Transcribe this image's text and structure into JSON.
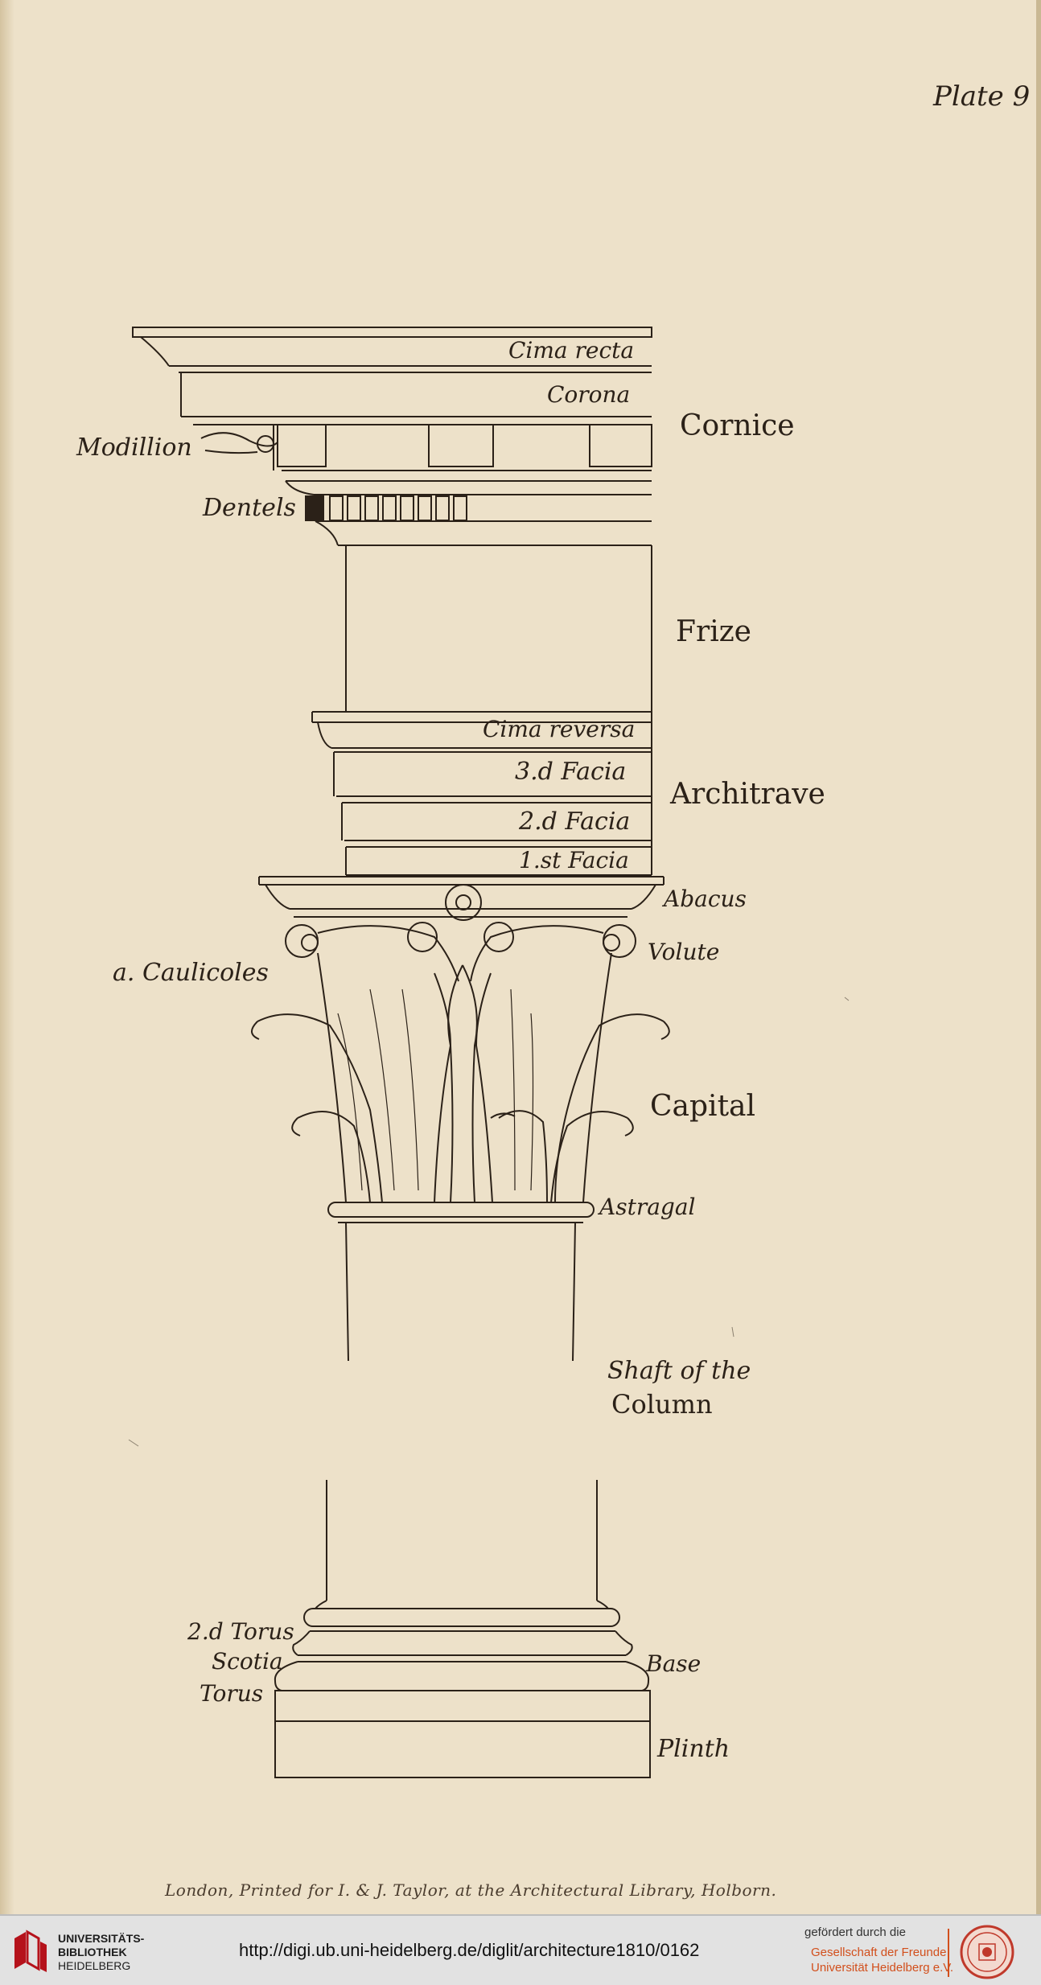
{
  "plate_label": "Plate 9",
  "labels": {
    "cima_recta": "Cima recta",
    "corona": "Corona",
    "cornice": "Cornice",
    "modillion": "Modillion",
    "dentels": "Dentels",
    "frize": "Frize",
    "cima_reversa": "Cima reversa",
    "third_facia": "3.d Facia",
    "architrave": "Architrave",
    "second_facia": "2.d Facia",
    "first_facia": "1.st Facia",
    "abacus": "Abacus",
    "volute": "Volute",
    "caulicoles": "a. Caulicoles",
    "capital": "Capital",
    "astragal": "Astragal",
    "shaft_line1": "Shaft of the",
    "shaft_line2": "Column",
    "second_torus": "2.d Torus",
    "scotia": "Scotia",
    "torus": "Torus",
    "base": "Base",
    "plinth": "Plinth"
  },
  "imprint": "London, Printed for I. & J. Taylor, at the Architectural Library, Holborn.",
  "footer": {
    "library_name_line1": "UNIVERSITÄTS-",
    "library_name_line2": "BIBLIOTHEK",
    "library_name_line3": "HEIDELBERG",
    "url": "http://digi.ub.uni-heidelberg.de/diglit/architecture1810/0162",
    "sponsor_prefix": "gefördert durch die",
    "sponsor_line1": "Gesellschaft der Freunde",
    "sponsor_line2": "Universität Heidelberg e.V.",
    "accent_color": "#d24f1c"
  }
}
